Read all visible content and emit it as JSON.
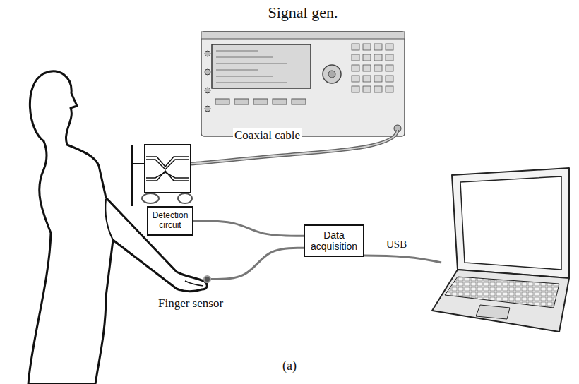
{
  "diagram": {
    "caption": "(a)",
    "nodes": [
      {
        "text": [
          "Signal gen."
        ]
      },
      {
        "text": [
          "Detection circuit"
        ]
      },
      {
        "text": [
          "Data acquisition"
        ]
      },
      {
        "text": [
          "Finger sensor"
        ]
      }
    ],
    "edges": [
      {
        "from": 1,
        "to": 2,
        "arrow": "none"
      },
      {
        "from": 3,
        "to": 2,
        "arrow": "none"
      }
    ],
    "labels": [
      "Coaxial cable",
      "USB"
    ]
  }
}
